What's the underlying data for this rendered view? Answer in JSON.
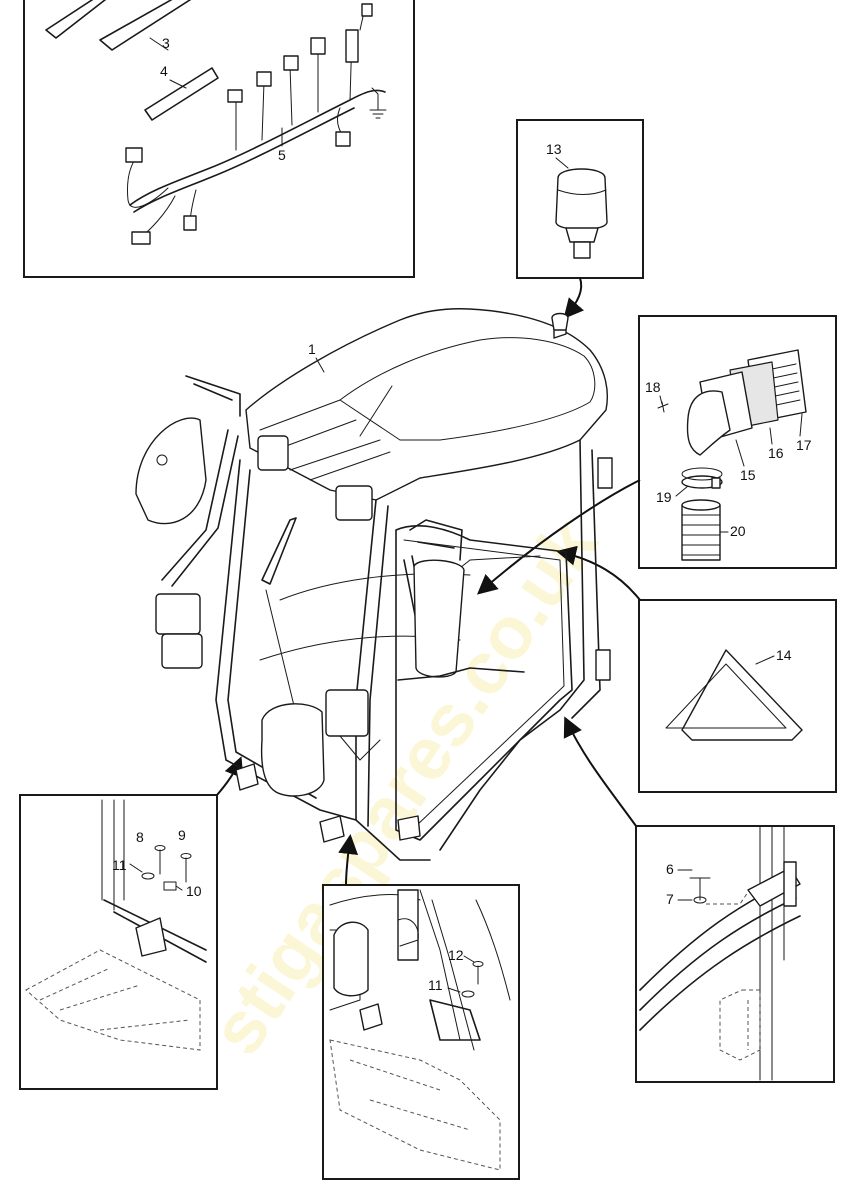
{
  "watermark": "stigaspares.co.uk",
  "callouts": {
    "c1": "1",
    "c3": "3",
    "c4": "4",
    "c5": "5",
    "c6": "6",
    "c7": "7",
    "c8": "8",
    "c9": "9",
    "c10": "10",
    "c11a": "11",
    "c11b": "11",
    "c12": "12",
    "c13": "13",
    "c14": "14",
    "c15": "15",
    "c16": "16",
    "c17": "17",
    "c18": "18",
    "c19": "19",
    "c20": "20"
  },
  "colors": {
    "line": "#1a1a1a",
    "watermark": "#f3df6a",
    "background": "#ffffff"
  }
}
